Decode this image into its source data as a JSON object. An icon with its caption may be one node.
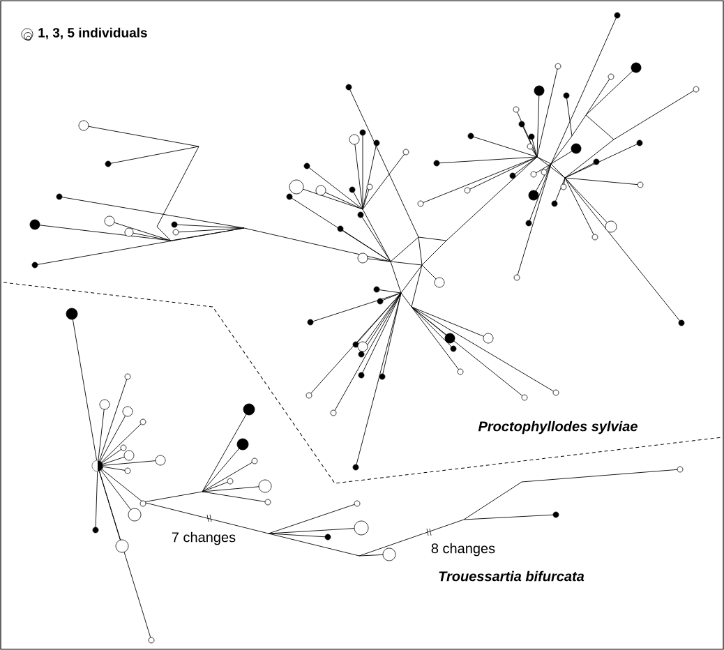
{
  "diagram": {
    "labels": [
      "Proctophyllodes sylviae",
      "7 changes",
      "8 changes",
      "Trouessartia bifurcata"
    ],
    "legend": [
      {
        "text": "1, 3, 5 individuals"
      }
    ]
  }
}
